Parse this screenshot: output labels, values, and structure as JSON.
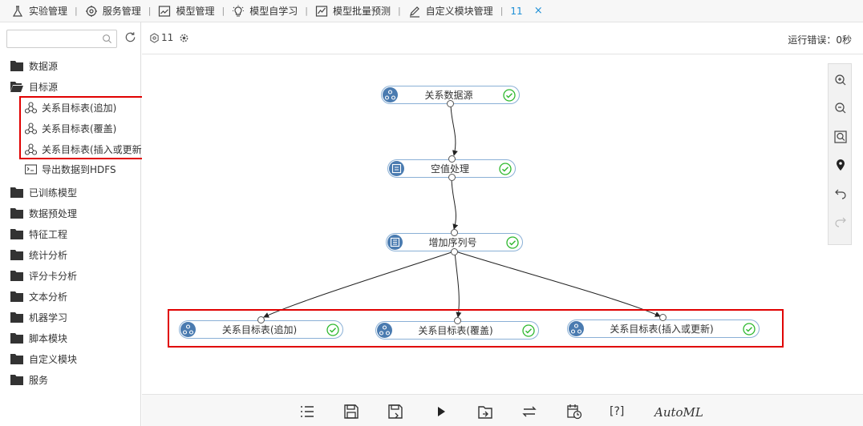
{
  "top_tabs": [
    {
      "label": "实验管理"
    },
    {
      "label": "服务管理"
    },
    {
      "label": "模型管理"
    },
    {
      "label": "模型自学习"
    },
    {
      "label": "模型批量预测"
    },
    {
      "label": "自定义模块管理"
    },
    {
      "label": "11"
    }
  ],
  "close_glyph": "×",
  "sidebar": {
    "search_placeholder": "",
    "items": [
      {
        "label": "数据源"
      },
      {
        "label": "目标源"
      },
      {
        "label": "关系目标表(追加)"
      },
      {
        "label": "关系目标表(覆盖)"
      },
      {
        "label": "关系目标表(插入或更新"
      },
      {
        "label": "导出数据到HDFS"
      },
      {
        "label": "已训练模型"
      },
      {
        "label": "数据预处理"
      },
      {
        "label": "特征工程"
      },
      {
        "label": "统计分析"
      },
      {
        "label": "评分卡分析"
      },
      {
        "label": "文本分析"
      },
      {
        "label": "机器学习"
      },
      {
        "label": "脚本模块"
      },
      {
        "label": "自定义模块"
      },
      {
        "label": "服务"
      }
    ]
  },
  "canvas_header": {
    "experiment_id": "11",
    "runtime_text": "运行错误：0秒"
  },
  "nodes": [
    {
      "label": "关系数据源",
      "status": "success"
    },
    {
      "label": "空值处理",
      "status": "success"
    },
    {
      "label": "增加序列号",
      "status": "success"
    },
    {
      "label": "关系目标表(追加)",
      "status": "success"
    },
    {
      "label": "关系目标表(覆盖)",
      "status": "success"
    },
    {
      "label": "关系目标表(插入或更新)",
      "status": "success"
    }
  ],
  "toolbar": {
    "help_label": "[?]",
    "automl_label": "AutoML"
  },
  "colors": {
    "accent": "#1e8fd6",
    "node_icon": "#4a7bb0",
    "success": "#2eb82e",
    "highlight": "#e00000"
  }
}
